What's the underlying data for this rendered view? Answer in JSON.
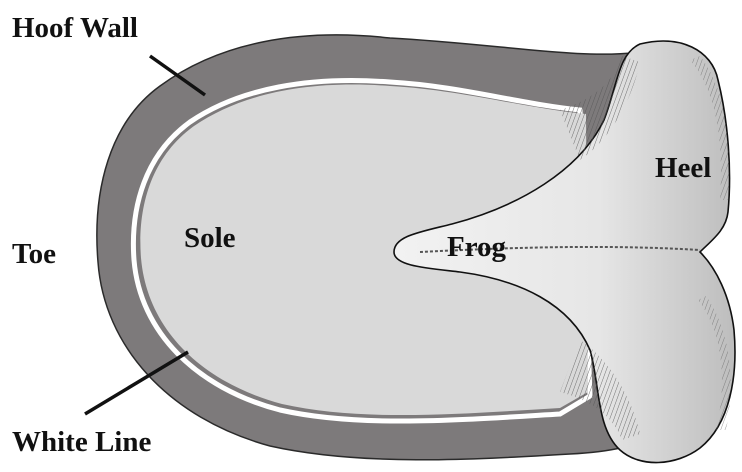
{
  "labels": {
    "hoof_wall": "Hoof Wall",
    "toe": "Toe",
    "sole": "Sole",
    "frog": "Frog",
    "heel": "Heel",
    "white_line": "White Line"
  },
  "colors": {
    "hoof_wall": "#7d7a7b",
    "sole": "#d9d9d9",
    "white_line": "#ffffff",
    "frog": "#ececec",
    "frog_shading": "#444444",
    "outline": "#111111",
    "background": "#ffffff"
  }
}
